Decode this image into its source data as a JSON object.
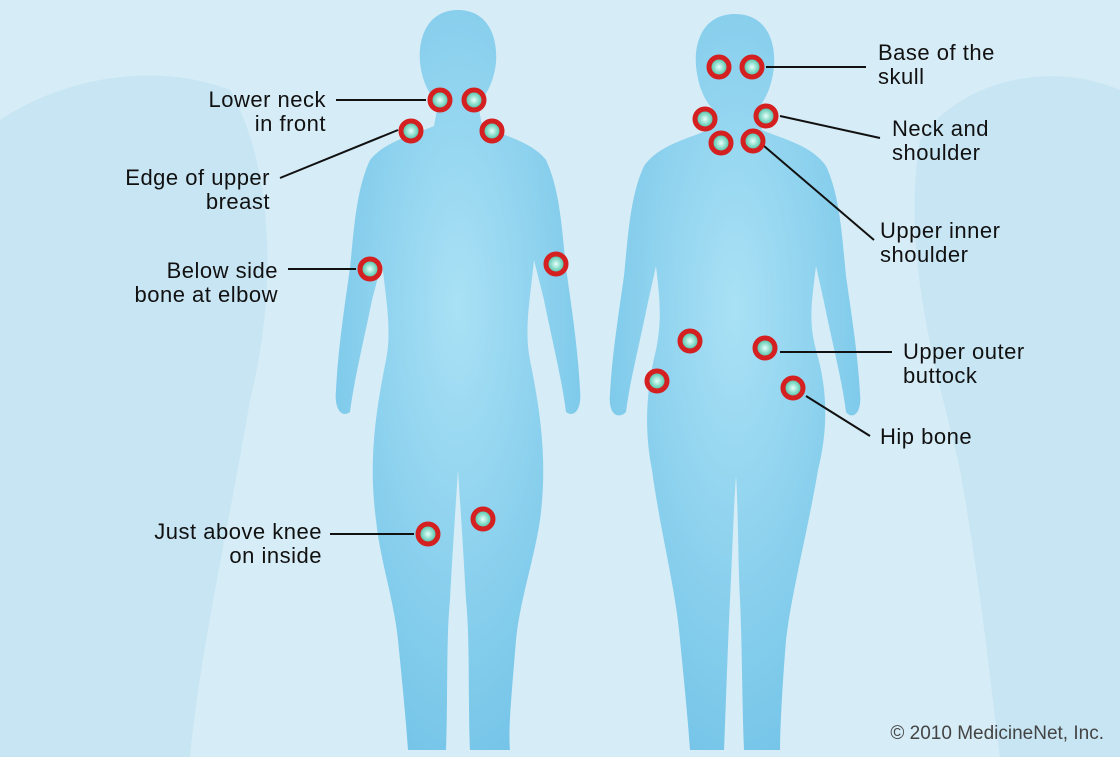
{
  "labels": {
    "lower_neck": [
      "Lower neck",
      "in front"
    ],
    "upper_breast": [
      "Edge of upper",
      "breast"
    ],
    "elbow": [
      "Below side",
      "bone at elbow"
    ],
    "knee": [
      "Just above knee",
      "on inside"
    ],
    "skull": [
      "Base of the",
      "skull"
    ],
    "neck_shoulder": [
      "Neck and",
      "shoulder"
    ],
    "inner_shoulder": [
      "Upper inner",
      "shoulder"
    ],
    "outer_buttock": [
      "Upper outer",
      "buttock"
    ],
    "hip": [
      "Hip bone"
    ]
  },
  "copyright": "© 2010 MedicineNet, Inc.",
  "colors": {
    "background": "#d6ecf6",
    "body": "#8fd3ef",
    "tender_point_ring": "#d42020",
    "tender_point_center": "#bff5ea"
  }
}
